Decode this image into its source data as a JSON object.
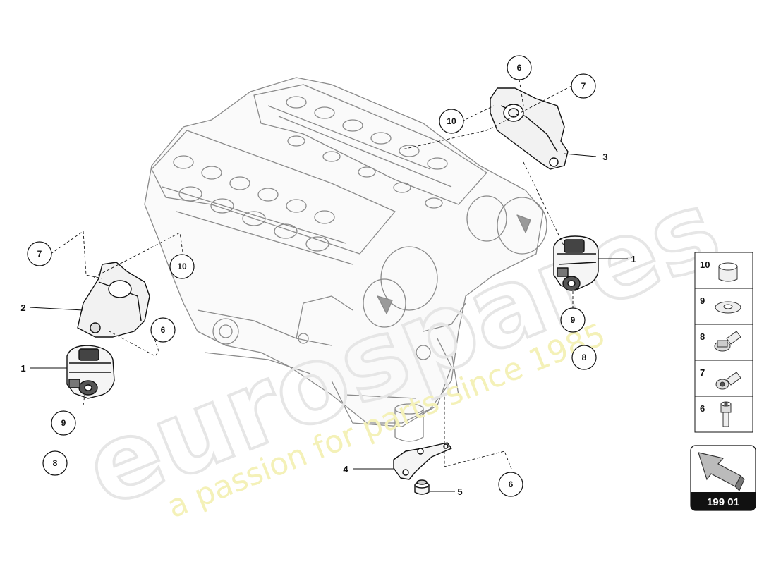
{
  "watermark": {
    "brand": "eurospares",
    "tagline": "a passion for parts since 1985"
  },
  "callouts": [
    {
      "id": "c-6-top",
      "label": "6",
      "style": "circle"
    },
    {
      "id": "c-7-top",
      "label": "7",
      "style": "circle"
    },
    {
      "id": "c-10-top",
      "label": "10",
      "style": "circle"
    },
    {
      "id": "c-3",
      "label": "3",
      "style": "plain"
    },
    {
      "id": "c-1-right",
      "label": "1",
      "style": "plain"
    },
    {
      "id": "c-9-right",
      "label": "9",
      "style": "circle"
    },
    {
      "id": "c-8-right",
      "label": "8",
      "style": "circle"
    },
    {
      "id": "c-7-left",
      "label": "7",
      "style": "circle"
    },
    {
      "id": "c-10-left",
      "label": "10",
      "style": "circle"
    },
    {
      "id": "c-2",
      "label": "2",
      "style": "plain"
    },
    {
      "id": "c-6-left",
      "label": "6",
      "style": "circle"
    },
    {
      "id": "c-1-left",
      "label": "1",
      "style": "plain"
    },
    {
      "id": "c-9-left",
      "label": "9",
      "style": "circle"
    },
    {
      "id": "c-8-left",
      "label": "8",
      "style": "circle"
    },
    {
      "id": "c-4",
      "label": "4",
      "style": "plain"
    },
    {
      "id": "c-5",
      "label": "5",
      "style": "plain"
    },
    {
      "id": "c-6-bottom",
      "label": "6",
      "style": "circle"
    }
  ],
  "legend": [
    {
      "number": "10",
      "icon": "sleeve-icon"
    },
    {
      "number": "9",
      "icon": "washer-icon"
    },
    {
      "number": "8",
      "icon": "flange-bolt-icon"
    },
    {
      "number": "7",
      "icon": "socket-bolt-icon"
    },
    {
      "number": "6",
      "icon": "socket-screw-icon"
    }
  ],
  "reference": {
    "code": "199 01",
    "icon": "arrow-icon"
  }
}
